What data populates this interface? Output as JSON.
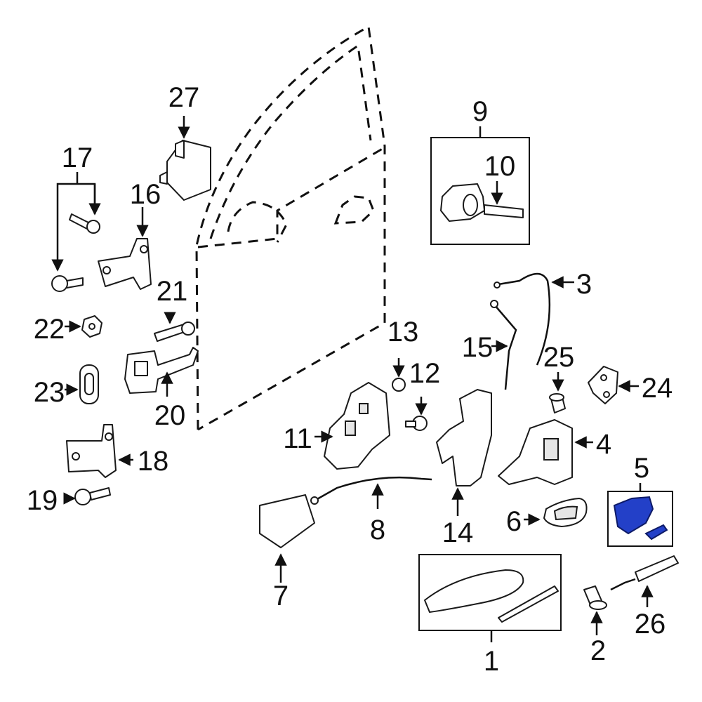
{
  "callouts": {
    "1": "1",
    "2": "2",
    "3": "3",
    "4": "4",
    "5": "5",
    "6": "6",
    "7": "7",
    "8": "8",
    "9": "9",
    "10": "10",
    "11": "11",
    "12": "12",
    "13": "13",
    "14": "14",
    "15": "15",
    "16": "16",
    "17": "17",
    "18": "18",
    "19": "19",
    "20": "20",
    "21": "21",
    "22": "22",
    "23": "23",
    "24": "24",
    "25": "25",
    "26": "26",
    "27": "27"
  },
  "colors": {
    "highlight_part": "#2340c8",
    "line": "#111111",
    "background": "#ffffff"
  },
  "highlighted_part": "5"
}
